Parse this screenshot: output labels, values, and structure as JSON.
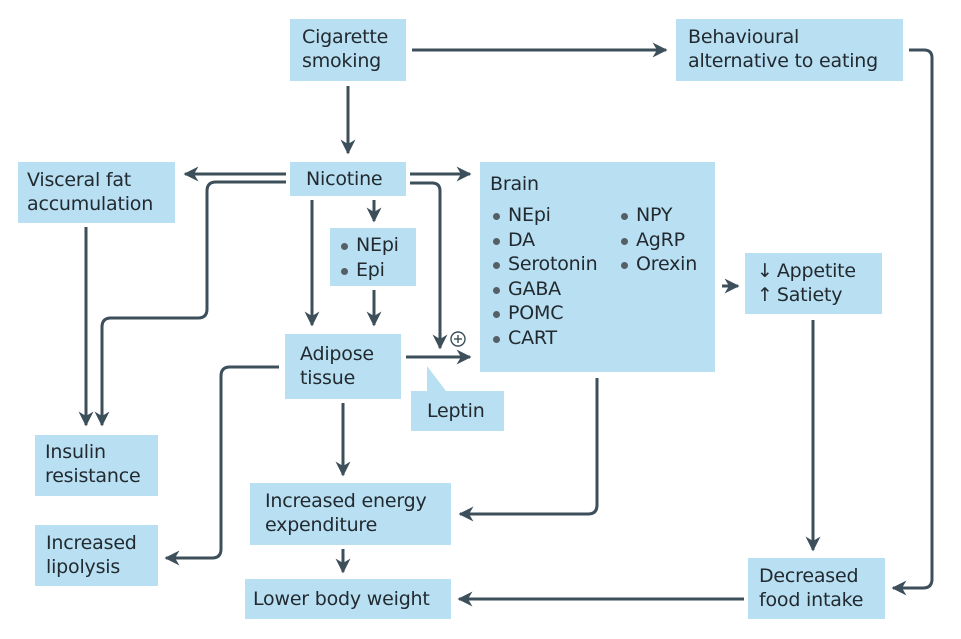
{
  "diagram": {
    "colors": {
      "box_fill": "#b8dff2",
      "line": "#3c4f5a",
      "text": "#222a30"
    },
    "nodes": {
      "cigarette": {
        "lines": [
          "Cigarette",
          "smoking"
        ]
      },
      "behavioural": {
        "lines": [
          "Behavioural",
          "alternative to eating"
        ]
      },
      "nicotine": {
        "lines": [
          "Nicotine"
        ]
      },
      "visceral": {
        "lines": [
          "Visceral fat",
          "accumulation"
        ]
      },
      "catecholamines": {
        "items": [
          "NEpi",
          "Epi"
        ]
      },
      "brain": {
        "title": "Brain",
        "col1": [
          "NEpi",
          "DA",
          "Serotonin",
          "GABA",
          "POMC",
          "CART"
        ],
        "col2": [
          "NPY",
          "AgRP",
          "Orexin"
        ]
      },
      "appetite": {
        "lines": [
          {
            "arrow": "↓",
            "text": "Appetite"
          },
          {
            "arrow": "↑",
            "text": "Satiety"
          }
        ]
      },
      "adipose": {
        "lines": [
          "Adipose",
          "tissue"
        ]
      },
      "leptin": {
        "lines": [
          "Leptin"
        ]
      },
      "insulin": {
        "lines": [
          "Insulin",
          "resistance"
        ]
      },
      "lipolysis": {
        "lines": [
          "Increased",
          "lipolysis"
        ]
      },
      "energy": {
        "lines": [
          "Increased energy",
          "expenditure"
        ]
      },
      "bodyweight": {
        "lines": [
          "Lower body weight"
        ]
      },
      "foodintake": {
        "lines": [
          "Decreased",
          "food intake"
        ]
      }
    },
    "annotations": {
      "plus_sign": "+"
    },
    "edges": [
      {
        "from": "cigarette",
        "to": "behavioural"
      },
      {
        "from": "cigarette",
        "to": "nicotine"
      },
      {
        "from": "nicotine",
        "to": "visceral"
      },
      {
        "from": "nicotine",
        "to": "insulin"
      },
      {
        "from": "nicotine",
        "to": "brain"
      },
      {
        "from": "nicotine",
        "to": "catecholamines"
      },
      {
        "from": "nicotine",
        "to": "adipose"
      },
      {
        "from": "nicotine",
        "to": "adipose-leptin-link",
        "label": "+"
      },
      {
        "from": "catecholamines",
        "to": "adipose"
      },
      {
        "from": "visceral",
        "to": "insulin"
      },
      {
        "from": "adipose",
        "to": "brain",
        "label": "Leptin"
      },
      {
        "from": "adipose",
        "to": "lipolysis"
      },
      {
        "from": "adipose",
        "to": "energy"
      },
      {
        "from": "brain",
        "to": "appetite"
      },
      {
        "from": "brain",
        "to": "energy"
      },
      {
        "from": "appetite",
        "to": "foodintake"
      },
      {
        "from": "behavioural",
        "to": "foodintake"
      },
      {
        "from": "energy",
        "to": "bodyweight"
      },
      {
        "from": "foodintake",
        "to": "bodyweight"
      }
    ]
  }
}
